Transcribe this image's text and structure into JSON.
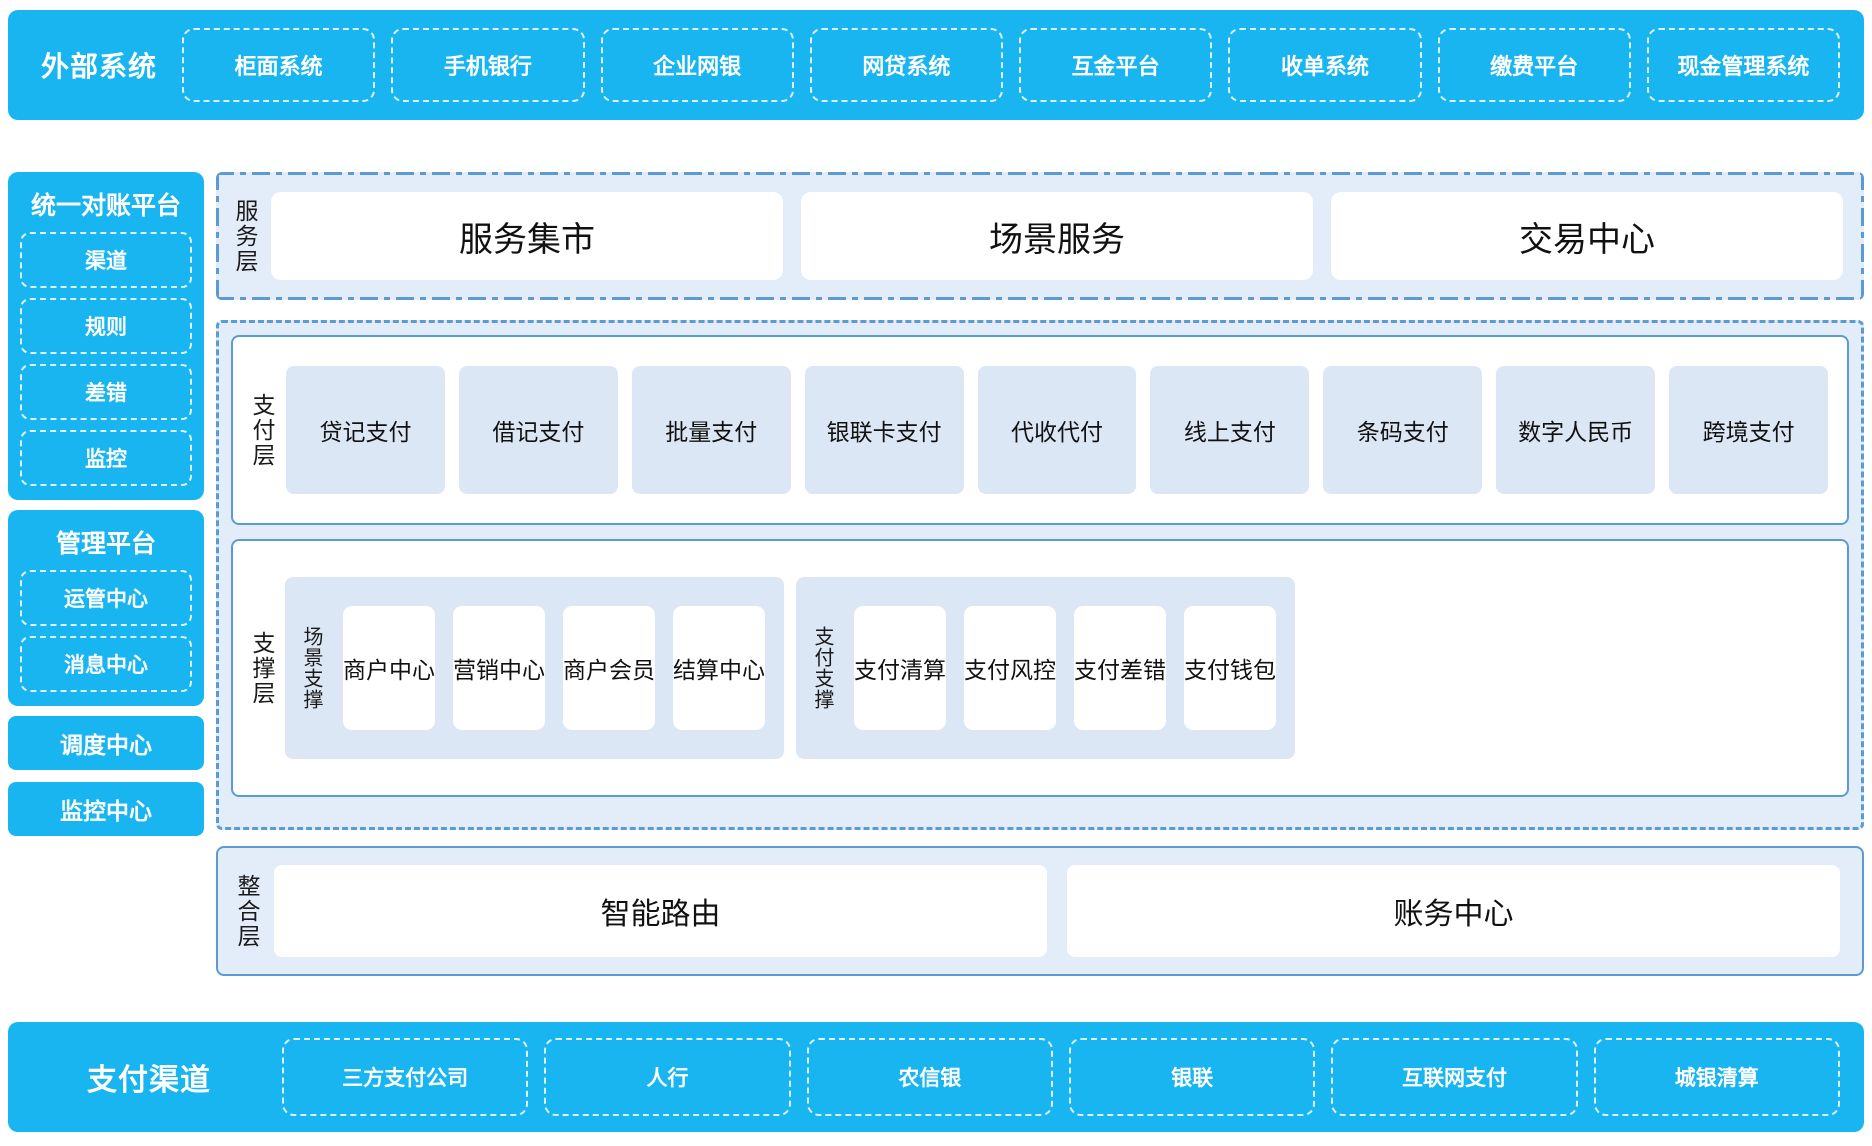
{
  "colors": {
    "brand_cyan": "#19b5f0",
    "group_fill": "#e3edf9",
    "group_border": "#5b9bd5",
    "card_fill": "#dce7f5",
    "white": "#ffffff"
  },
  "external_systems": {
    "title": "外部系统",
    "items": [
      "柜面系统",
      "手机银行",
      "企业网银",
      "网贷系统",
      "互金平台",
      "收单系统",
      "缴费平台",
      "现金管理系统"
    ]
  },
  "sidebar": {
    "panels": [
      {
        "title": "统一对账平台",
        "items": [
          "渠道",
          "规则",
          "差错",
          "监控"
        ]
      },
      {
        "title": "管理平台",
        "items": [
          "运管中心",
          "消息中心"
        ]
      }
    ],
    "standalone": [
      "调度中心",
      "监控中心"
    ]
  },
  "service_layer": {
    "label": "服务层",
    "cards": [
      "服务集市",
      "场景服务",
      "交易中心"
    ]
  },
  "payment_layer": {
    "label": "支付层",
    "cards": [
      "贷记支付",
      "借记支付",
      "批量支付",
      "银联卡支付",
      "代收代付",
      "线上支付",
      "条码支付",
      "数字人民币",
      "跨境支付"
    ]
  },
  "support_layer": {
    "label": "支撑层",
    "groups": [
      {
        "label": "场景支撑",
        "cards": [
          "商户中心",
          "营销中心",
          "商户会员",
          "结算中心"
        ]
      },
      {
        "label": "支付支撑",
        "cards": [
          "支付清算",
          "支付风控",
          "支付差错",
          "支付钱包"
        ]
      }
    ]
  },
  "integration_layer": {
    "label": "整合层",
    "cards": [
      "智能路由",
      "账务中心"
    ]
  },
  "payment_channels": {
    "title": "支付渠道",
    "items": [
      "三方支付公司",
      "人行",
      "农信银",
      "银联",
      "互联网支付",
      "城银清算"
    ]
  }
}
